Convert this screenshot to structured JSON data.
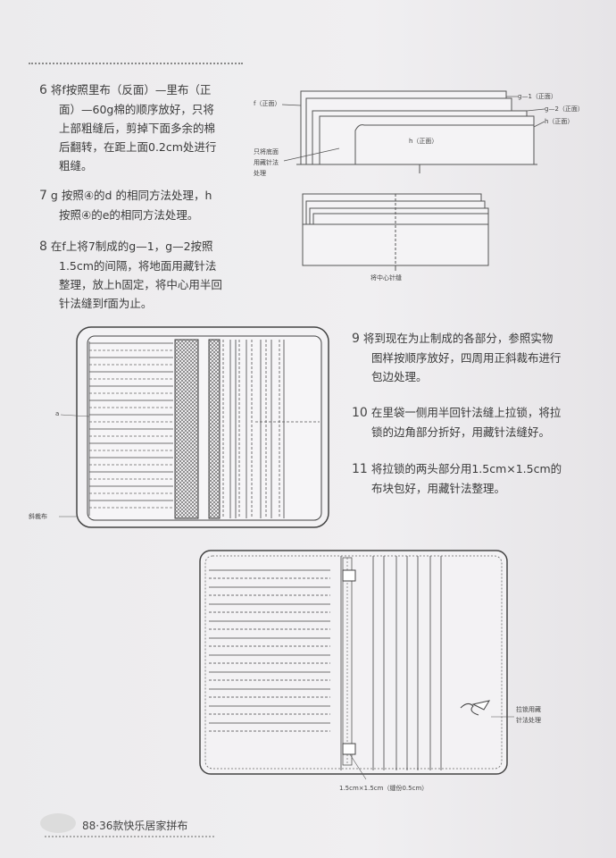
{
  "steps": [
    {
      "num": "6",
      "lines": [
        "将f按照里布（反面）—里布（正",
        "面）—60g棉的顺序放好，只将",
        "上部粗缝后，剪掉下面多余的棉",
        "后翻转，在距上面0.2cm处进行",
        "粗缝。"
      ]
    },
    {
      "num": "7",
      "lines": [
        "g 按照④的d 的相同方法处理，h",
        "按照④的e的相同方法处理。"
      ]
    },
    {
      "num": "8",
      "lines": [
        "在f上将7制成的g—1，g—2按照",
        "1.5cm的间隔，将地面用藏针法",
        "整理，放上h固定，将中心用半回",
        "针法缝到f面为止。"
      ]
    },
    {
      "num": "9",
      "lines": [
        "将到现在为止制成的各部分，参照实物",
        "图样按顺序放好，四周用正斜裁布进行",
        "包边处理。"
      ]
    },
    {
      "num": "10",
      "lines": [
        "在里袋一侧用半回针法缝上拉锁，将拉",
        "锁的边角部分折好，用藏针法缝好。"
      ]
    },
    {
      "num": "11",
      "lines": [
        "将拉锁的两头部分用1.5cm×1.5cm的",
        "布块包好，用藏针法整理。"
      ]
    }
  ],
  "diagram1": {
    "label_left": "f（正面）",
    "label_right1": "g—1（正面）",
    "label_right2": "g—2（正面）",
    "label_right3": "h（正面）",
    "label_side1": "只将底面",
    "label_side2": "用藏针法",
    "label_side3": "处理"
  },
  "diagram2": {
    "label": "将中心针缝"
  },
  "diagram3": {
    "label_a": "a",
    "label_bias": "斜裁布"
  },
  "diagram4": {
    "label_zip1": "拉锁用藏",
    "label_zip2": "针法处理",
    "label_bottom": "1.5cm×1.5cm（缝份0.5cm）"
  },
  "footer": {
    "page": "88",
    "book": "·36款快乐居家拼布"
  }
}
